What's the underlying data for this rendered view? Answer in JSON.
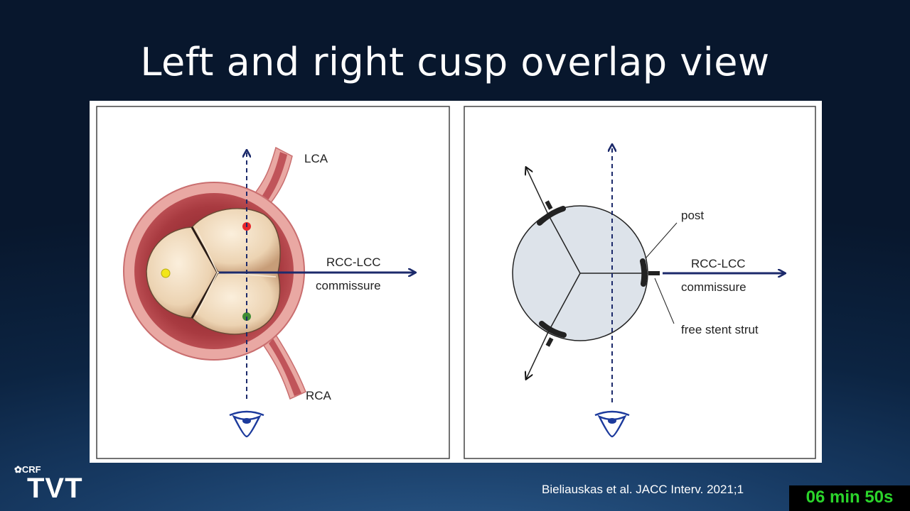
{
  "slide": {
    "title": "Left and right cusp overlap view",
    "citation": "Bieliauskas et al. JACC Interv. 2021;1",
    "timer": "06 min 50s"
  },
  "logo": {
    "brand_small": "CRF",
    "brand_large": "TVT"
  },
  "left_panel": {
    "label_top": "LCA",
    "label_bottom": "RCA",
    "arrow_label_line1": "RCC-LCC",
    "arrow_label_line2": "commissure"
  },
  "right_panel": {
    "label_post": "post",
    "arrow_label_line1": "RCC-LCC",
    "arrow_label_line2": "commissure",
    "label_strut": "free stent strut"
  },
  "colors": {
    "arrow_navy": "#1c2a6b",
    "vessel_outer": "#e9a8a3",
    "vessel_inner": "#b5434a",
    "cusp_fill": "#f1dcc0",
    "dot_red": "#e8262b",
    "dot_green": "#3f8c35",
    "dot_yellow": "#f2e61a",
    "stent_circle": "#dde3ea",
    "timer_green": "#2bd42b"
  }
}
